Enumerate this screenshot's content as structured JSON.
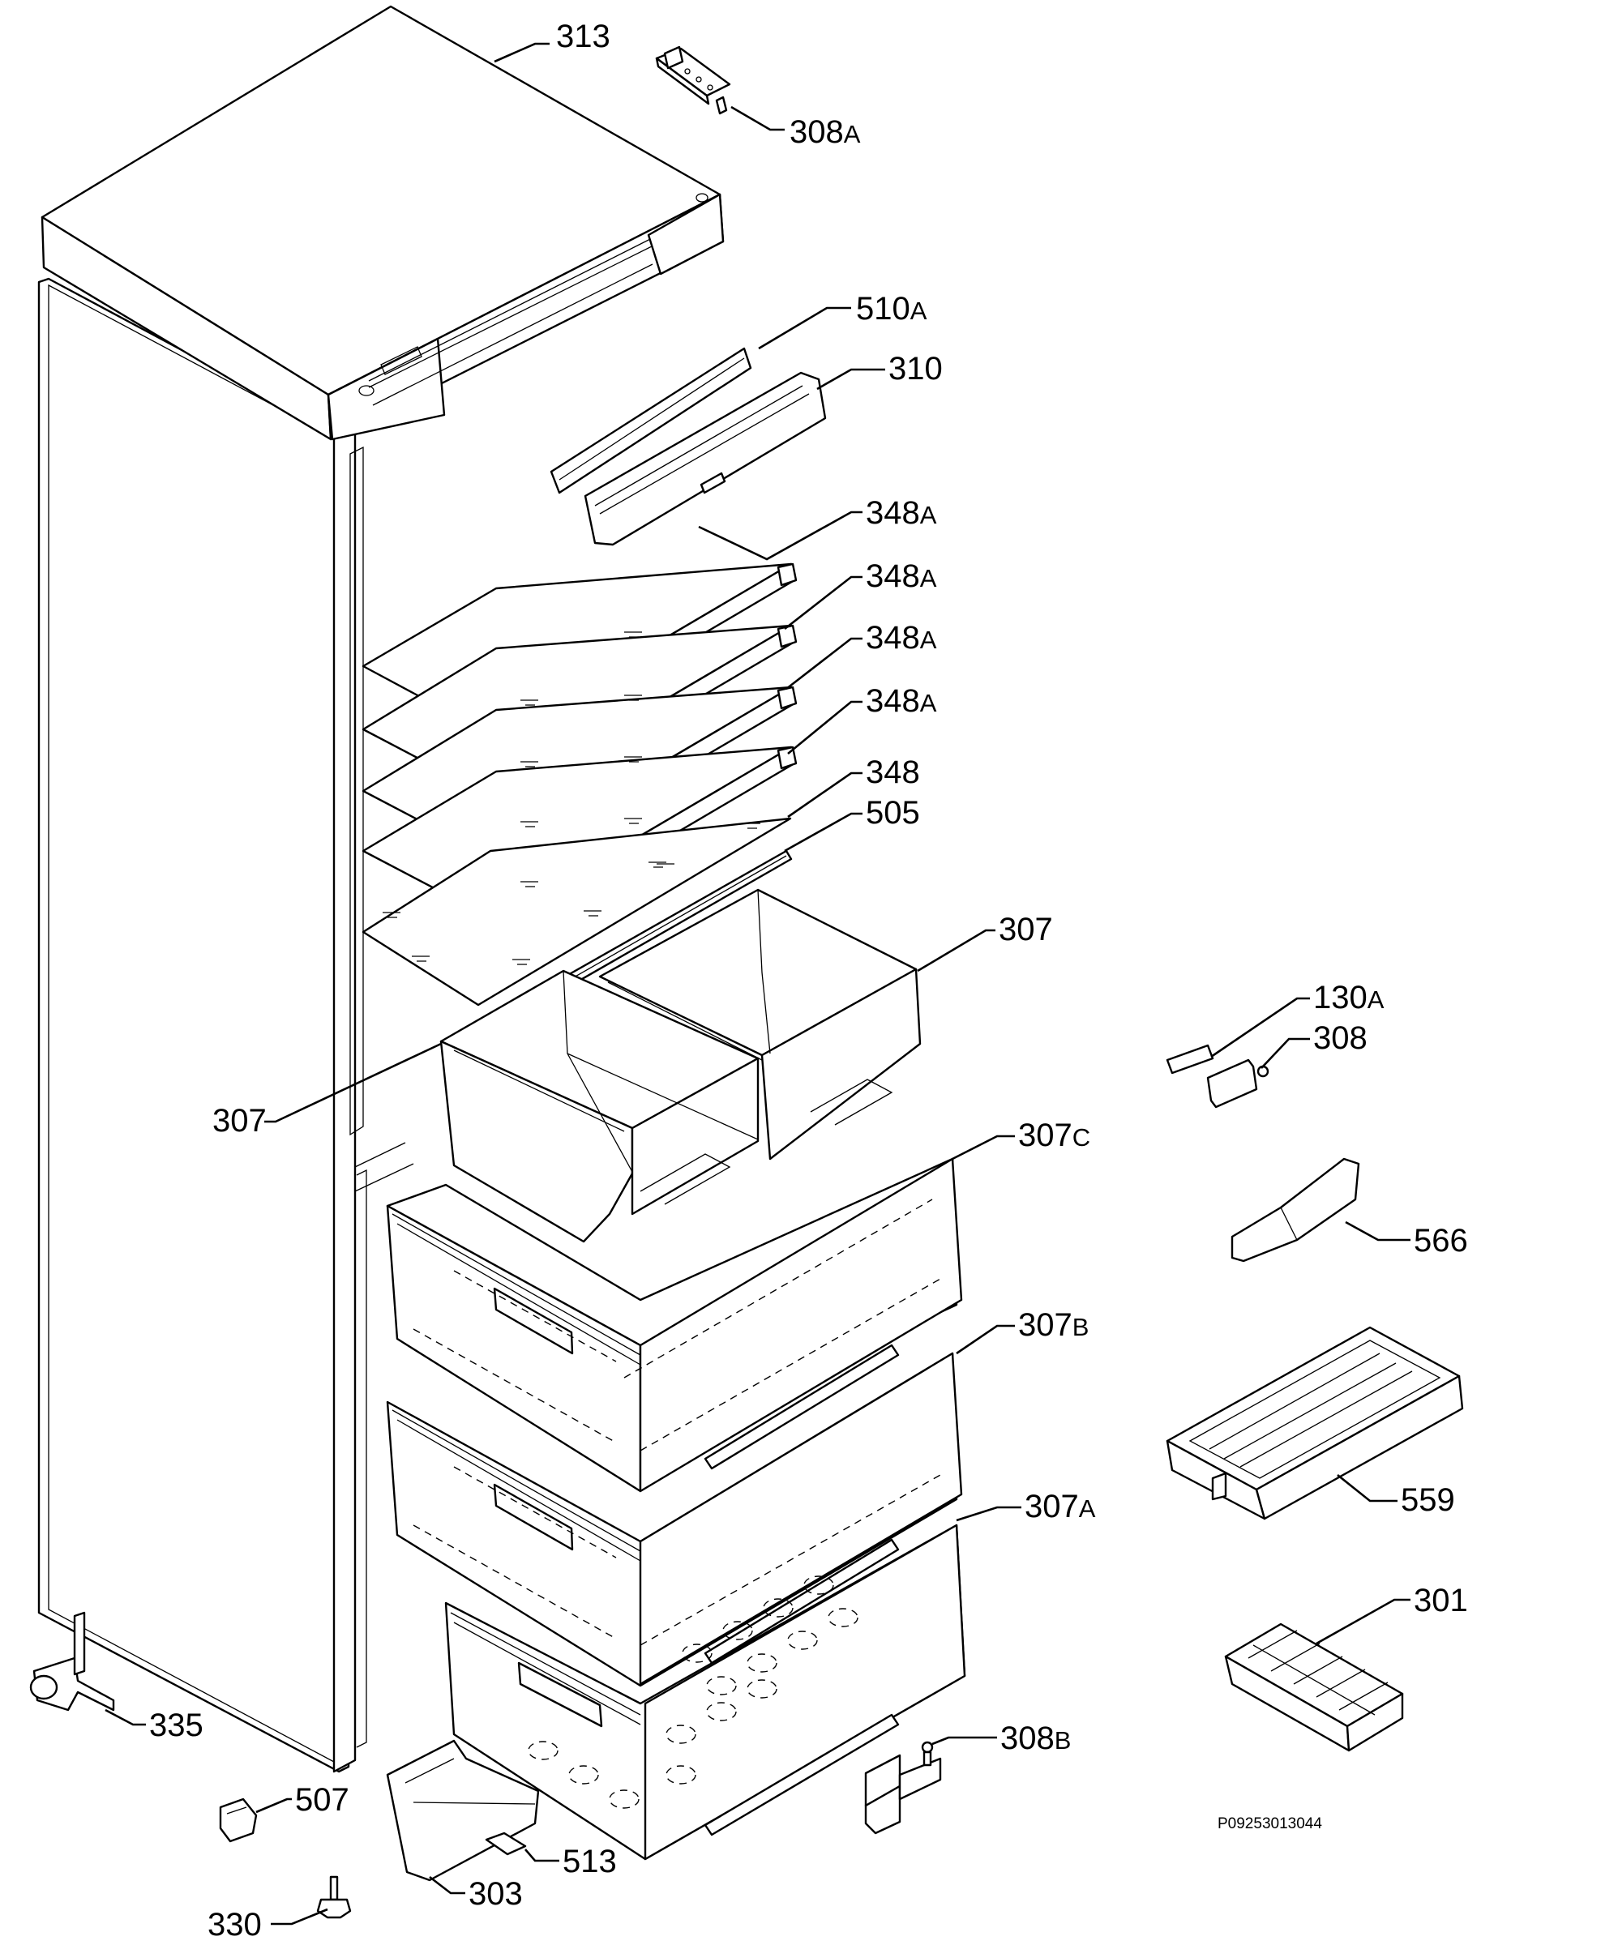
{
  "labels": {
    "l313": {
      "num": "313",
      "suf": ""
    },
    "l308a": {
      "num": "308",
      "suf": "A"
    },
    "l510a": {
      "num": "510",
      "suf": "A"
    },
    "l310": {
      "num": "310",
      "suf": ""
    },
    "l348a1": {
      "num": "348",
      "suf": "A"
    },
    "l348a2": {
      "num": "348",
      "suf": "A"
    },
    "l348a3": {
      "num": "348",
      "suf": "A"
    },
    "l348a4": {
      "num": "348",
      "suf": "A"
    },
    "l348": {
      "num": "348",
      "suf": ""
    },
    "l505": {
      "num": "505",
      "suf": ""
    },
    "l307r": {
      "num": "307",
      "suf": ""
    },
    "l307l": {
      "num": "307",
      "suf": ""
    },
    "l130a": {
      "num": "130",
      "suf": "A"
    },
    "l308": {
      "num": "308",
      "suf": ""
    },
    "l307c": {
      "num": "307",
      "suf": "C"
    },
    "l566": {
      "num": "566",
      "suf": ""
    },
    "l307b": {
      "num": "307",
      "suf": "B"
    },
    "l559": {
      "num": "559",
      "suf": ""
    },
    "l307a": {
      "num": "307",
      "suf": "A"
    },
    "l301": {
      "num": "301",
      "suf": ""
    },
    "l335": {
      "num": "335",
      "suf": ""
    },
    "l308b": {
      "num": "308",
      "suf": "B"
    },
    "l507": {
      "num": "507",
      "suf": ""
    },
    "l513": {
      "num": "513",
      "suf": ""
    },
    "l330": {
      "num": "330",
      "suf": ""
    },
    "l303": {
      "num": "303",
      "suf": ""
    }
  },
  "drawing_code": "P09253013044"
}
